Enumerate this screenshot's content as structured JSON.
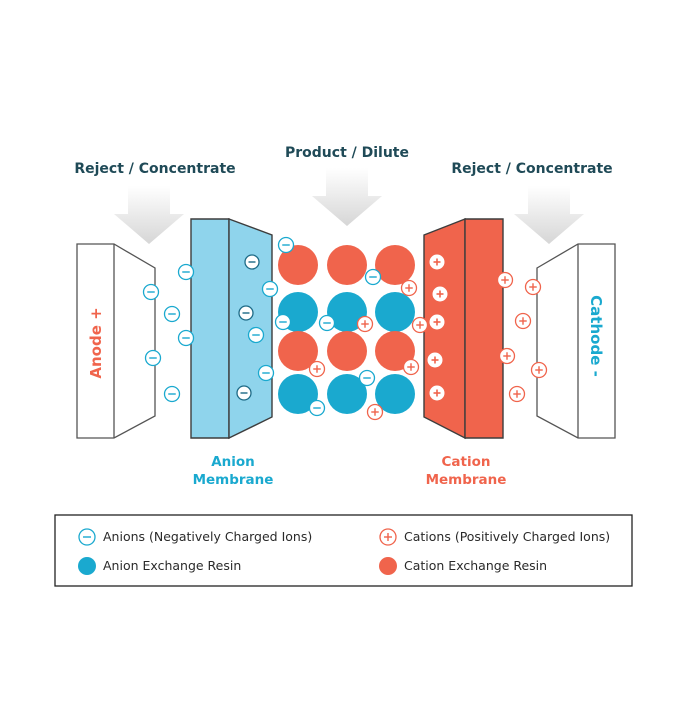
{
  "labels": {
    "reject_left": "Reject / Concentrate",
    "product": "Product / Dilute",
    "reject_right": "Reject / Concentrate",
    "anode": "Anode +",
    "cathode": "Cathode -",
    "anion_membrane_line1": "Anion",
    "anion_membrane_line2": "Membrane",
    "cation_membrane_line1": "Cation",
    "cation_membrane_line2": "Membrane"
  },
  "legend": {
    "anions": "Anions (Negatively Charged Ions)",
    "cations": "Cations (Positively Charged Ions)",
    "anion_resin": "Anion Exchange Resin",
    "cation_resin": "Cation Exchange Resin"
  },
  "colors": {
    "label_dark": "#1f4a57",
    "anion_blue": "#1aa9cf",
    "cation_red": "#f0644c",
    "membrane_blue": "#8fd4ec",
    "arrow_gray": "#d9d9d9",
    "outline": "#4a4a4a"
  }
}
